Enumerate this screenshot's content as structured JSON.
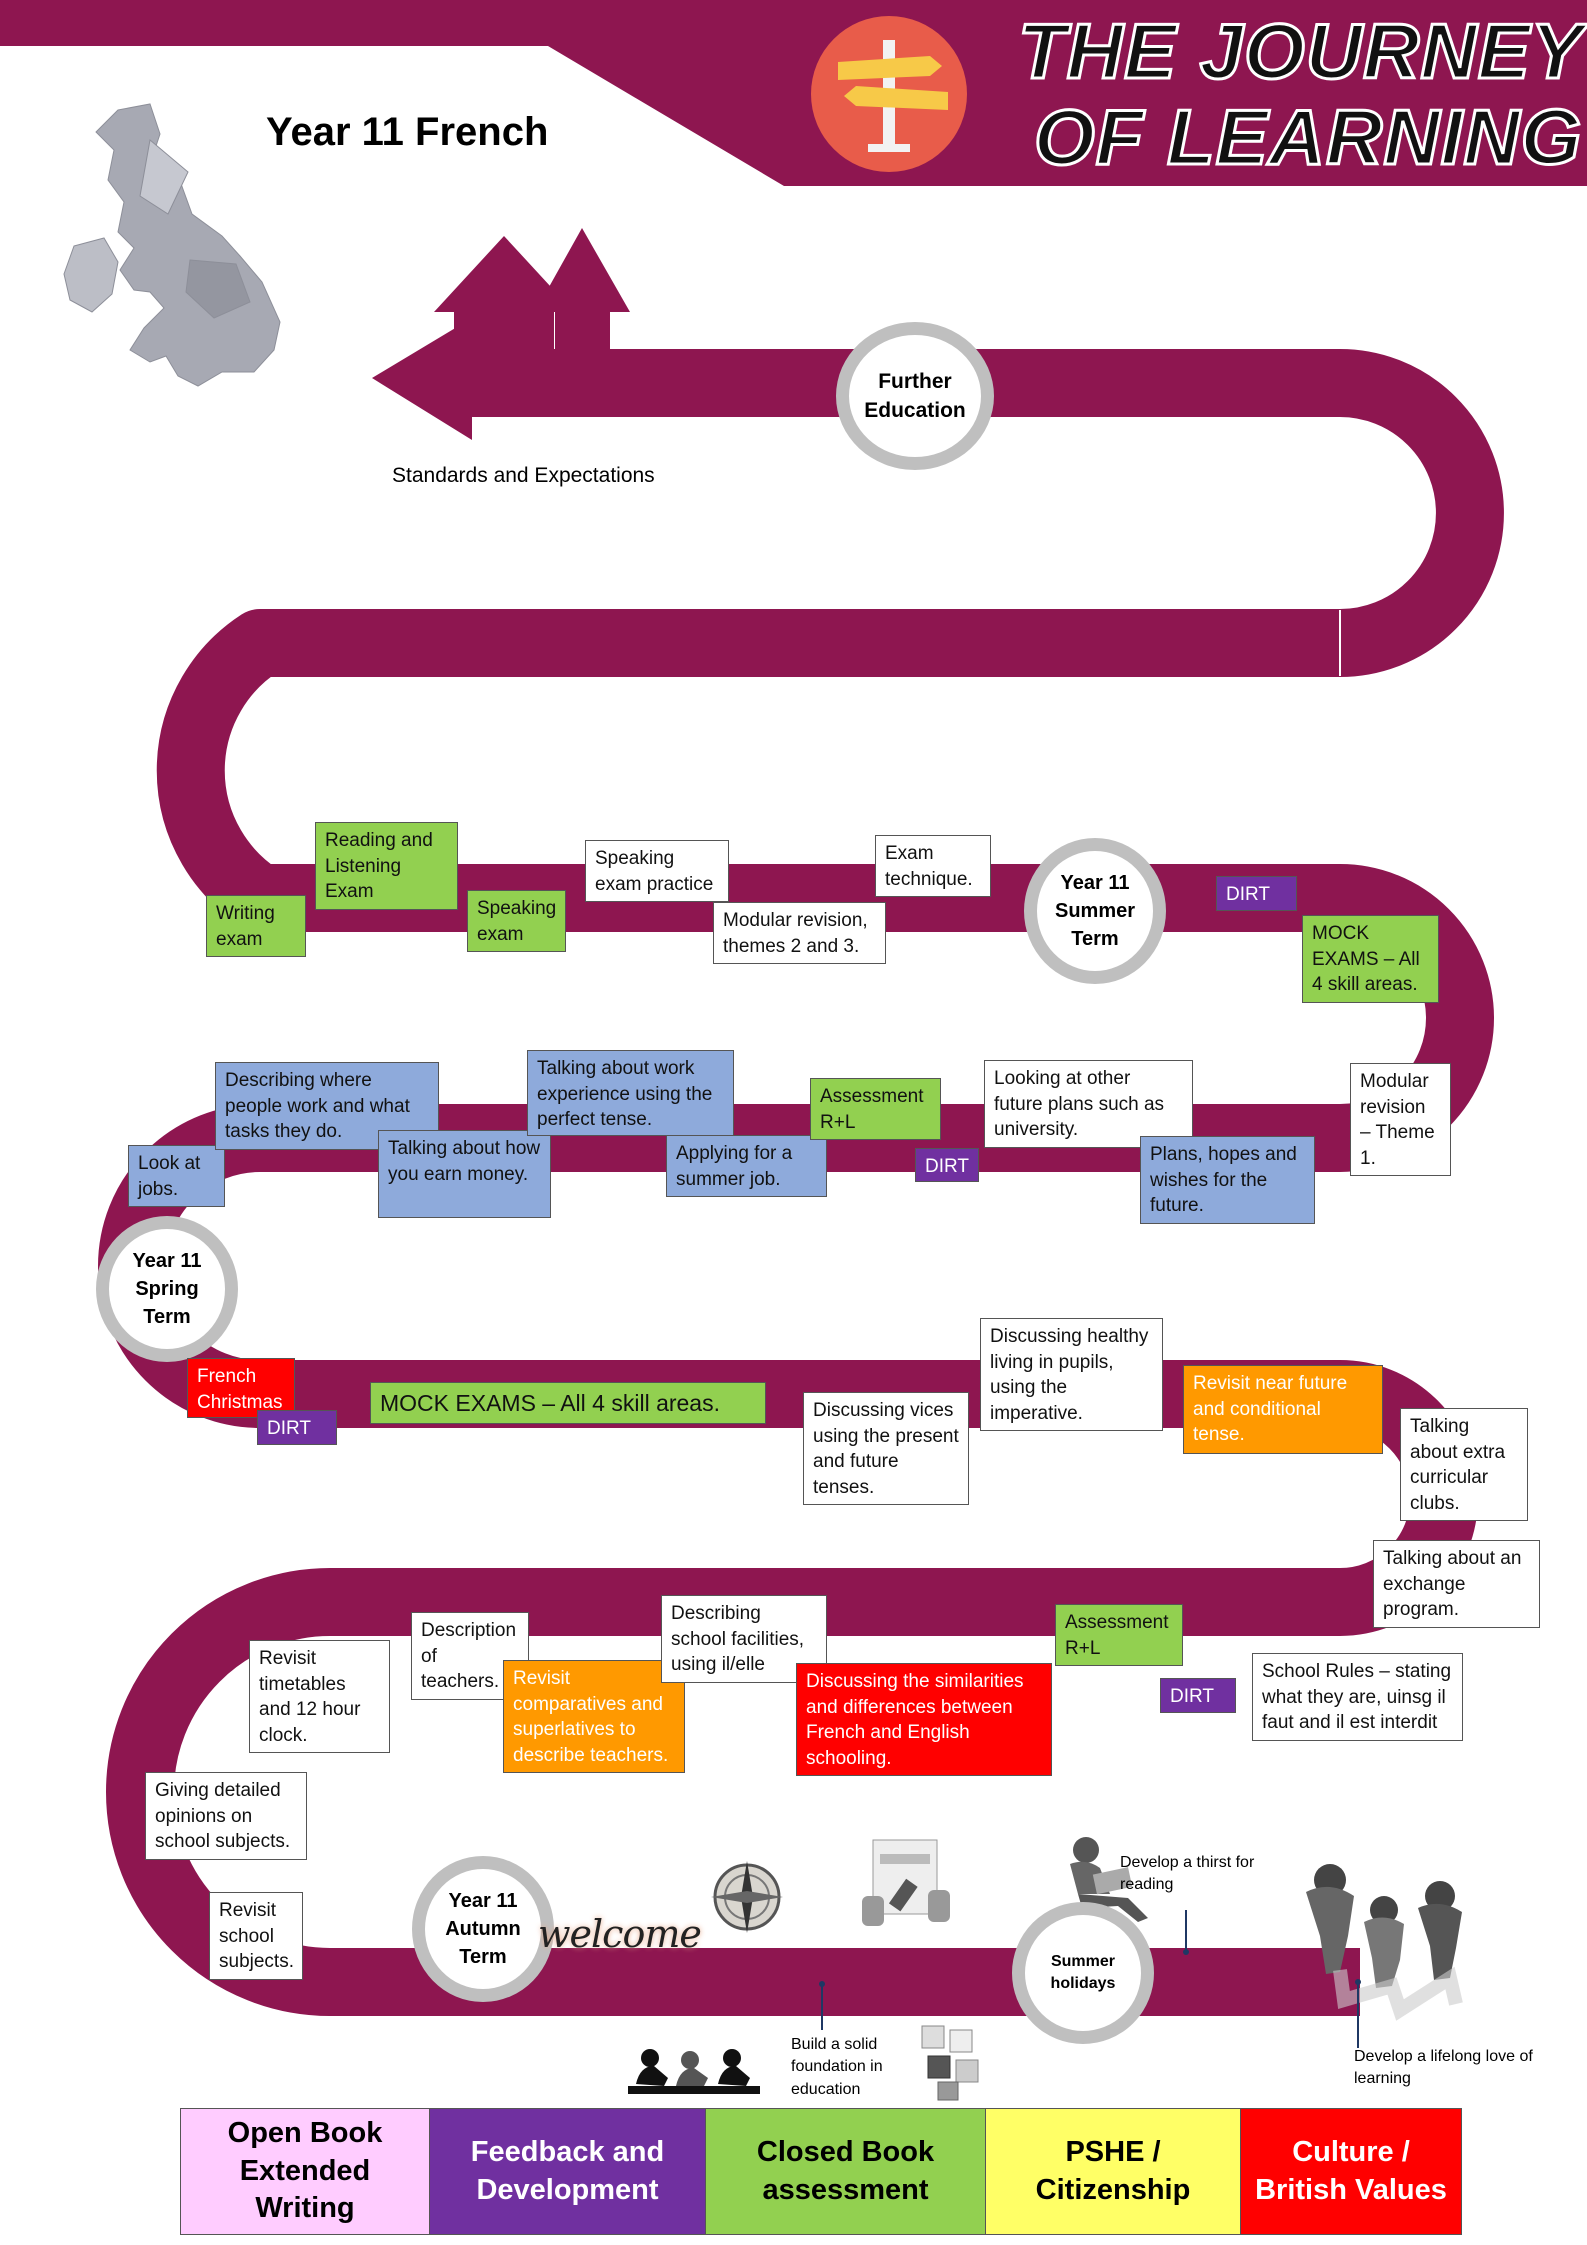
{
  "header": {
    "page_title": "Year 11 French",
    "banner_title_line1": "THE JOURNEY",
    "banner_title_line2": "OF LEARNING",
    "standards_label": "Standards and Expectations"
  },
  "terms": {
    "further_education": "Further\nEducation",
    "summer_term": "Year 11\nSummer\nTerm",
    "spring_term": "Year 11\nSpring\nTerm",
    "autumn_term": "Year 11\nAutumn\nTerm",
    "summer_holidays": "Summer\nholidays"
  },
  "summer_row": {
    "writing_exam": "Writing exam",
    "reading_listening_exam": "Reading and Listening Exam",
    "speaking_exam": "Speaking exam",
    "speaking_practice": "Speaking exam practice",
    "modular_revision_2_3": "Modular revision, themes 2 and 3.",
    "exam_technique": "Exam technique.",
    "dirt": "DIRT",
    "mock_exams": "MOCK EXAMS – All 4 skill areas."
  },
  "spring_row": {
    "look_at_jobs": "Look at jobs.",
    "describing_where": "Describing where people work and what tasks they do.",
    "talking_money": "Talking about how you earn money.",
    "work_experience": "Talking about work experience using the perfect tense.",
    "applying_job": "Applying for a summer job.",
    "assessment": "Assessment R+L",
    "dirt": "DIRT",
    "future_plans": "Looking at other future plans such as university.",
    "plans_hopes": "Plans, hopes and wishes for the future.",
    "modular_revision_1": "Modular revision – Theme 1."
  },
  "autumn2_row": {
    "french_christmas": "French Christmas",
    "dirt": "DIRT",
    "mock_exams": "MOCK EXAMS – All 4 skill areas.",
    "vices": "Discussing vices using the present and future tenses.",
    "healthy_living": "Discussing healthy living in pupils, using the imperative.",
    "revisit_future": "Revisit near future and conditional tense.",
    "extra_curricular": "Talking about extra curricular clubs.",
    "exchange": "Talking about an exchange program."
  },
  "autumn1_row": {
    "revisit_timetables": "Revisit timetables and 12 hour clock.",
    "description_teachers": "Description of teachers.",
    "revisit_comparatives": "Revisit comparatives and superlatives to describe teachers.",
    "school_facilities": "Describing school facilities, using il/elle",
    "similarities": "Discussing the similarities and differences between French and English schooling.",
    "assessment": "Assessment R+L",
    "dirt": "DIRT",
    "school_rules": "School Rules – stating what they are, uinsg il faut and il est interdit",
    "detailed_opinions": "Giving detailed opinions on school subjects.",
    "revisit_subjects": "Revisit school subjects."
  },
  "bottom_notes": {
    "welcome": "welcome",
    "build_foundation": "Build a solid foundation in education",
    "thirst_reading": "Develop a thirst for reading",
    "lifelong_love": "Develop a lifelong love of learning"
  },
  "key": [
    {
      "label": "Open Book\nExtended\nWriting",
      "color": "#ffccff"
    },
    {
      "label": "Feedback and\nDevelopment",
      "color": "#7030a0"
    },
    {
      "label": "Closed Book\nassessment",
      "color": "#92d050"
    },
    {
      "label": "PSHE /\nCitizenship",
      "color": "#ffff66"
    },
    {
      "label": "Culture /\nBritish Values",
      "color": "#ff0000"
    }
  ],
  "colors": {
    "road": "#8e1650",
    "term_ring": "#bfbfbf",
    "green": "#92d050",
    "blue": "#8eaadb",
    "orange": "#ff9900",
    "red": "#ff0000",
    "purple": "#7030a0"
  },
  "icons": [
    "signpost-icon",
    "uk-map-icon",
    "compass-icon",
    "approved-stamp-icon",
    "reading-person-icon",
    "students-silhouette-icon",
    "puzzle-icon",
    "walking-people-icon"
  ]
}
